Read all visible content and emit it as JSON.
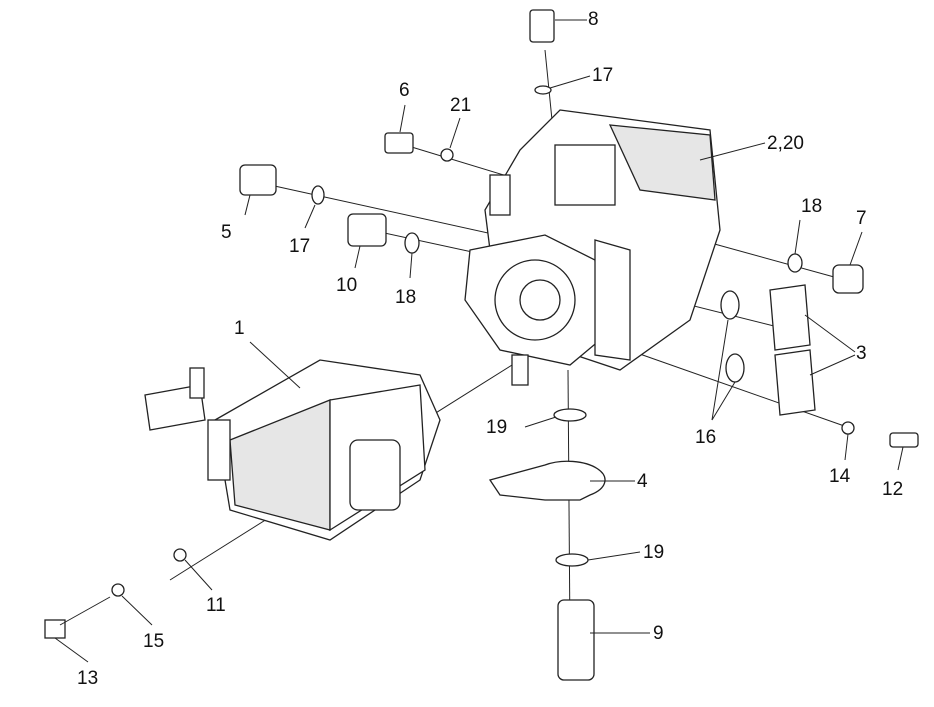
{
  "title": "Exploded parts diagram - hydraulic pump assembly",
  "labels": [
    "8",
    "17",
    "6",
    "21",
    "2,20",
    "5",
    "17",
    "18",
    "7",
    "10",
    "18",
    "1",
    "3",
    "19",
    "16",
    "4",
    "14",
    "12",
    "19",
    "11",
    "15",
    "9",
    "13"
  ],
  "colors": {
    "line": "#222222",
    "fill": "#ffffff",
    "shade": "#e6e6e6"
  }
}
